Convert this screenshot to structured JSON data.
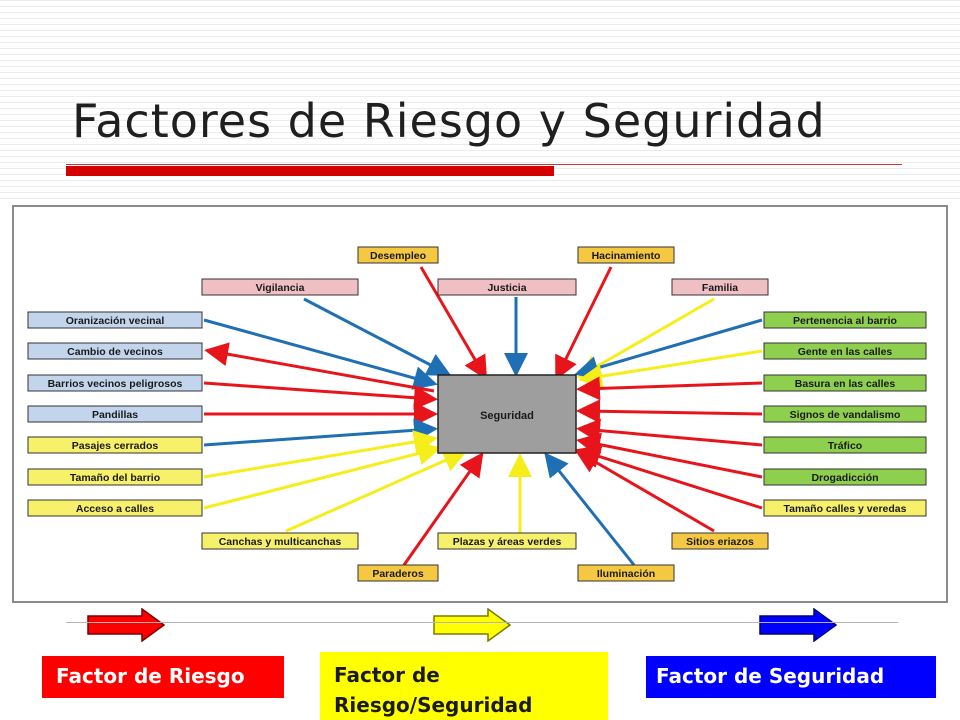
{
  "slide": {
    "title": "Factores de Riesgo y Seguridad"
  },
  "diagram": {
    "center": "Seguridad",
    "nodes": {
      "desempleo": "Desempleo",
      "hacinamiento": "Hacinamiento",
      "vigilancia": "Vigilancia",
      "justicia": "Justicia",
      "familia": "Familia",
      "oranizacion": "Oranización vecinal",
      "cambio": "Cambio de vecinos",
      "barrios": "Barrios vecinos peligrosos",
      "pandillas": "Pandillas",
      "pasajes": "Pasajes cerrados",
      "tamano_barrio": "Tamaño del barrio",
      "acceso": "Acceso a calles",
      "canchas": "Canchas y multicanchas",
      "paraderos": "Paraderos",
      "plazas": "Plazas y áreas verdes",
      "iluminacion": "Iluminación",
      "sitios": "Sitios eriazos",
      "pertenencia": "Pertenencia al barrio",
      "gente": "Gente en las calles",
      "basura": "Basura en las calles",
      "signos": "Signos de vandalismo",
      "trafico": "Tráfico",
      "drogadiccion": "Drogadicción",
      "tamano_calles": "Tamaño calles y veredas"
    }
  },
  "legend": {
    "risk": "Factor de Riesgo",
    "mixed": "Factor de Riesgo/Seguridad",
    "security": "Factor de Seguridad"
  },
  "colors": {
    "risk": "#ff0000",
    "mixed": "#ffff00",
    "security": "#0000ff",
    "title_bar": "#d40000"
  }
}
